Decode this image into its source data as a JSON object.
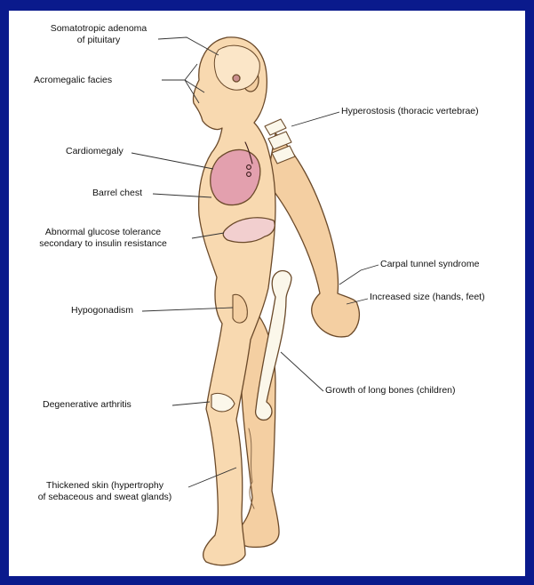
{
  "labels": {
    "somatotropic": [
      "Somatotropic adenoma",
      "of pituitary"
    ],
    "acromegalic": "Acromegalic facies",
    "cardiomegaly": "Cardiomegaly",
    "barrel": "Barrel chest",
    "glucose": [
      "Abnormal glucose tolerance",
      "secondary to insulin resistance"
    ],
    "hypogonadism": "Hypogonadism",
    "degenerative": "Degenerative arthritis",
    "thickened": [
      "Thickened skin (hypertrophy",
      "of sebaceous and sweat glands)"
    ],
    "hyperostosis": "Hyperostosis (thoracic vertebrae)",
    "carpal": "Carpal tunnel syndrome",
    "increased": "Increased size (hands, feet)",
    "growth": "Growth of long bones (children)"
  },
  "colors": {
    "border": "#0a1a8c",
    "skin": "#f8d9b0",
    "skin_outline": "#6b4a2a",
    "heart": "#e3a0ae",
    "bone": "#fbf7ea"
  }
}
